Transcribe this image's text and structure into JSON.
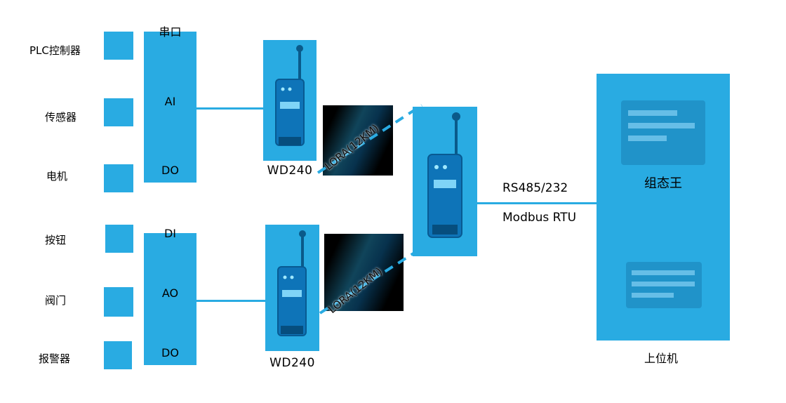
{
  "devices_top": [
    {
      "label": "PLC控制器"
    },
    {
      "label": "传感器"
    },
    {
      "label": "电机"
    }
  ],
  "devices_bottom": [
    {
      "label": "按钮"
    },
    {
      "label": "阀门"
    },
    {
      "label": "报警器"
    }
  ],
  "io_top": {
    "port_top": "串口",
    "port_mid": "AI",
    "port_bottom": "DO"
  },
  "io_bottom": {
    "port_top": "DI",
    "port_mid": "AO",
    "port_bottom": "DO"
  },
  "modules": {
    "top": {
      "label": "WD240"
    },
    "bottom": {
      "label": "WD240"
    }
  },
  "links": {
    "lora_top": {
      "label": "LORA(12KM)"
    },
    "lora_bottom": {
      "label": "LORA(12KM)"
    },
    "bus": {
      "line1": "RS485/232",
      "line2": "Modbus RTU"
    }
  },
  "host": {
    "software": "组态王",
    "label": "上位机"
  },
  "icons": {
    "module_graphic": "antenna-device",
    "gateway_graphic": "antenna-device"
  },
  "colors": {
    "accent": "#29ABE2",
    "link_box": "#000000",
    "text": "#000000"
  }
}
